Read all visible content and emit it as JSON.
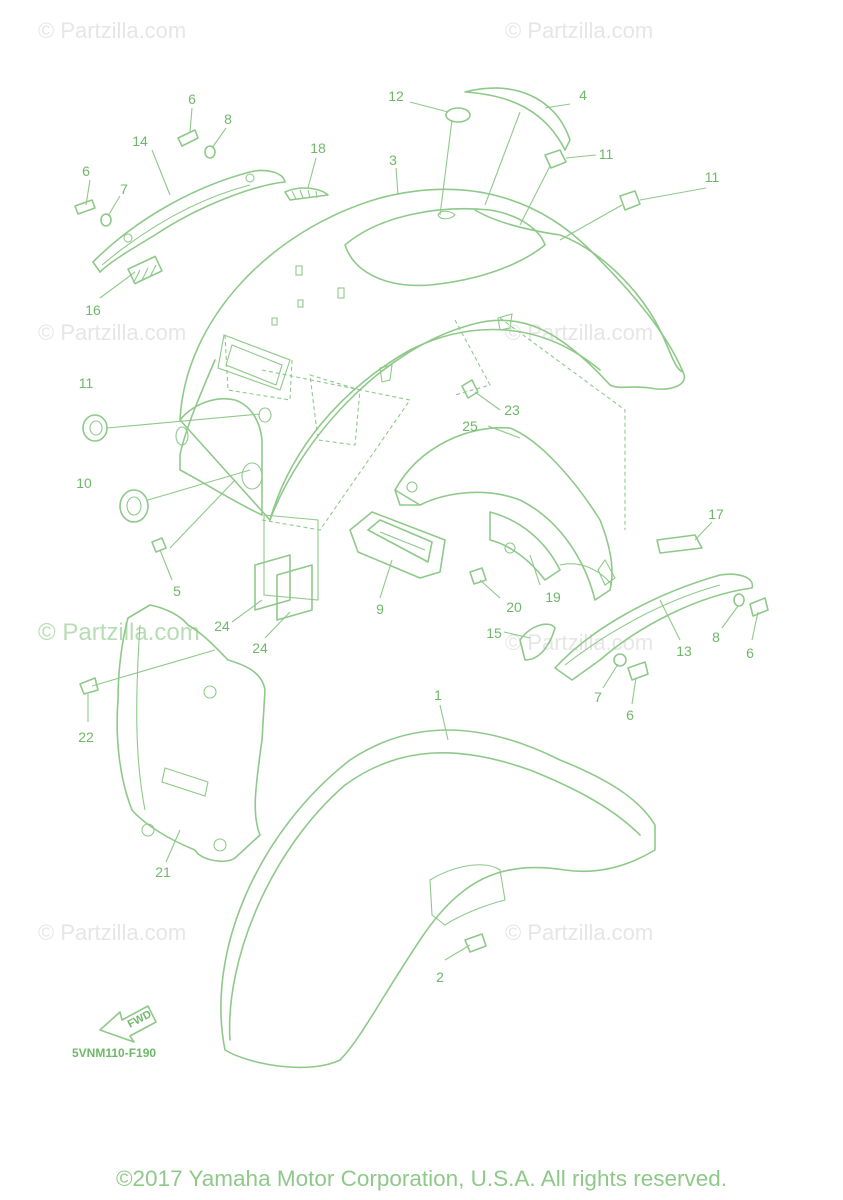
{
  "watermark": "© Partzilla.com",
  "diagram_code": "5VNM110-F190",
  "fwd_label": "FWD",
  "copyright": "©2017 Yamaha Motor Corporation, U.S.A. All rights reserved.",
  "colors": {
    "line": "#8fc98a",
    "text": "#6fb86a",
    "watermark": "#e6e6e6"
  },
  "callouts": {
    "c1": "1",
    "c2": "2",
    "c3": "3",
    "c4": "4",
    "c5": "5",
    "c6a": "6",
    "c6b": "6",
    "c6c": "6",
    "c6d": "6",
    "c7a": "7",
    "c7b": "7",
    "c8a": "8",
    "c8b": "8",
    "c9": "9",
    "c10": "10",
    "c11a": "11",
    "c11b": "11",
    "c11c": "11",
    "c12": "12",
    "c13": "13",
    "c14": "14",
    "c15": "15",
    "c16": "16",
    "c17": "17",
    "c18": "18",
    "c19": "19",
    "c20": "20",
    "c21": "21",
    "c22": "22",
    "c23": "23",
    "c24a": "24",
    "c24b": "24",
    "c25": "25"
  }
}
